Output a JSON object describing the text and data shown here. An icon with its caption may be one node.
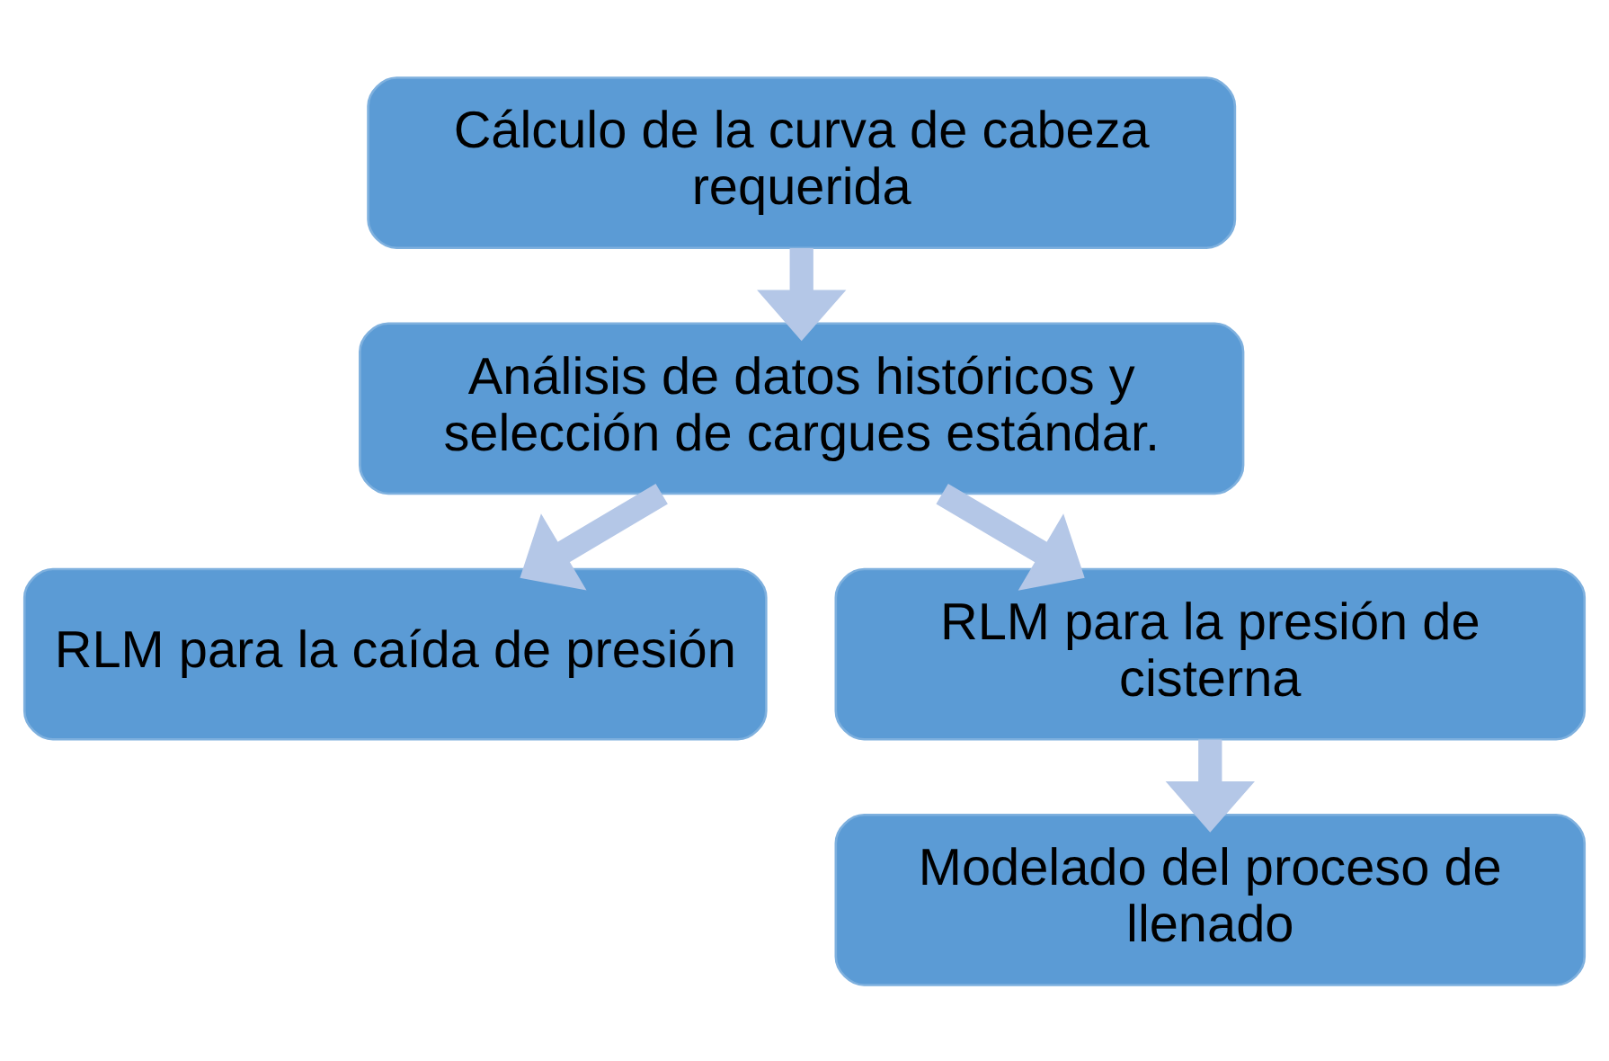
{
  "diagram": {
    "nodes": [
      {
        "text": [
          "Cálculo de la curva de cabeza requerida"
        ]
      },
      {
        "text": [
          "Análisis de datos históricos y selección de cargues estándar."
        ]
      },
      {
        "text": [
          "RLM para la caída de presión"
        ]
      },
      {
        "text": [
          "RLM para la presión de cisterna"
        ]
      },
      {
        "text": [
          "Modelado del proceso de llenado"
        ]
      }
    ],
    "edges": [
      {
        "from": 0,
        "to": 1,
        "arrow": "to"
      },
      {
        "from": 1,
        "to": 2,
        "arrow": "to"
      },
      {
        "from": 1,
        "to": 3,
        "arrow": "to"
      },
      {
        "from": 3,
        "to": 4,
        "arrow": "to"
      }
    ]
  }
}
